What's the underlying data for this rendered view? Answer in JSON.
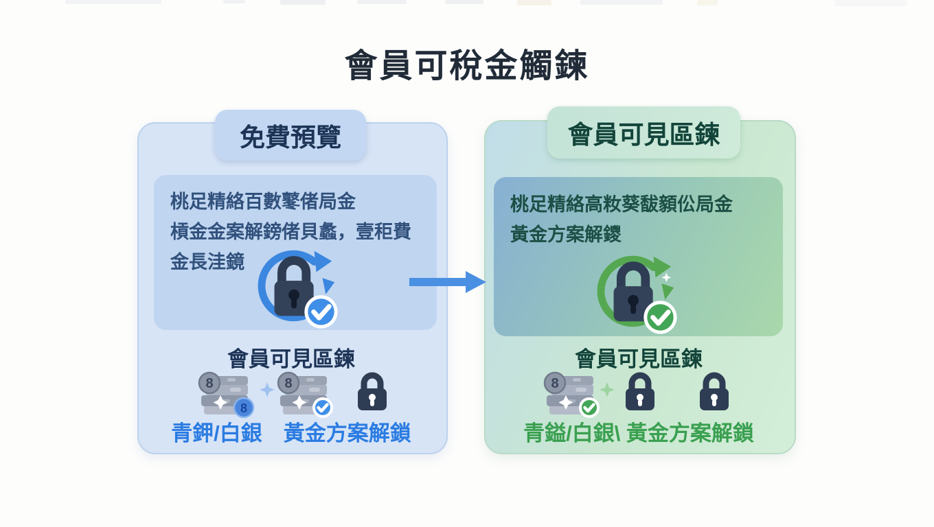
{
  "page": {
    "title": "會員可稅金觸鍊"
  },
  "left_panel": {
    "tab_label": "免費預覽",
    "body_lines": [
      "桃足精絡百數鼕偖局金",
      "槓金金案解鎊偖貝蠡，壹秬費",
      "金長洼鏡"
    ],
    "main_icon": "lock-refresh-check-icon",
    "section_heading": "會員可見區鍊",
    "icon_row": [
      "money-stack-coin-icon",
      "plus-sparkle-icon",
      "money-stack-check-icon",
      "padlock-icon"
    ],
    "unlock_text": "青鉀/白銀　黃金方案解鎖"
  },
  "right_panel": {
    "tab_label": "會員可見區鍊",
    "body_lines": [
      "桃足精絡高籹葵馛顡伀局金",
      "黃金方案解鑁"
    ],
    "main_icon": "lock-refresh-check-icon",
    "section_heading": "會員可見區鍊",
    "icon_row": [
      "money-stack-check-icon",
      "plus-sparkle-icon",
      "padlock-icon",
      "padlock-icon"
    ],
    "unlock_text": "青鎰/白銀\\ 黃金方案解鎖"
  },
  "flow": {
    "arrow_direction": "left-to-right"
  },
  "colors": {
    "left_accent": "#3b87e0",
    "left_check_badge": "#3f8fe8",
    "left_panel_bg": "#d7e4f6",
    "left_inner_bg": "#c0d5f0",
    "left_heading_text": "#1d3457",
    "left_unlock_text": "#2b7ce2",
    "right_accent": "#55a851",
    "right_check_badge": "#43a556",
    "right_heading_text": "#12443a",
    "right_unlock_text": "#3aa050",
    "lock_body": "#2e3d54",
    "arrow": "#4a90e2",
    "title_text": "#212b38"
  }
}
